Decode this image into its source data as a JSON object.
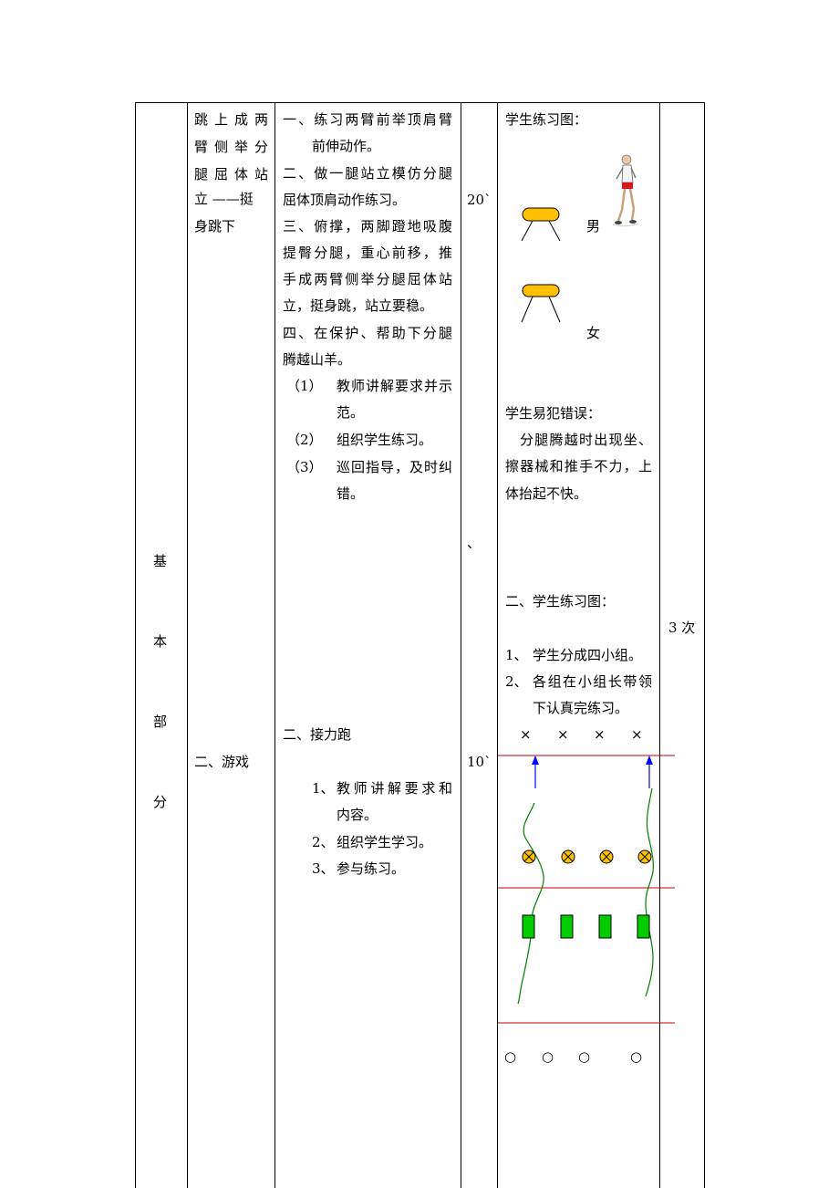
{
  "section": {
    "label_chars": [
      "基",
      "本",
      "部",
      "分"
    ]
  },
  "col_item": {
    "item1_lines": [
      "跳上成两",
      "臂侧举分",
      "腿屈体站",
      "立  ——挺",
      "身跳下"
    ],
    "item2": "二、游戏"
  },
  "col_method": {
    "steps": [
      {
        "lines": [
          "一、练习两臂前举顶肩臂",
          "前伸动作。"
        ]
      },
      {
        "lines": [
          "二、做一腿站立模仿分腿",
          "屈体顶肩动作练习。"
        ]
      },
      {
        "lines": [
          "三、俯撑，两脚蹬地吸腹",
          "提臀分腿，重心前移，推",
          "手成两臂侧举分腿屈体站",
          "立，挺身跳，站立要稳。"
        ]
      },
      {
        "lines": [
          "四、在保护、帮助下分腿",
          "腾越山羊。"
        ]
      }
    ],
    "sub": [
      {
        "num": "（1）",
        "lines": [
          "教师讲解要求并示",
          "范。"
        ]
      },
      {
        "num": "（2）",
        "lines": [
          "组织学生练习。"
        ]
      },
      {
        "num": "（3）",
        "lines": [
          "巡回指导，及时纠",
          "错。"
        ]
      }
    ],
    "game_title": "二、接力跑",
    "game_steps": [
      {
        "num": "1、",
        "lines": [
          "教师讲解要求和",
          "内容。"
        ]
      },
      {
        "num": "2、",
        "lines": [
          "组织学生学习。"
        ]
      },
      {
        "num": "3、",
        "lines": [
          "参与练习。"
        ]
      }
    ]
  },
  "col_time": {
    "time1": "20`",
    "mark": "、",
    "time2": "10`"
  },
  "col_diagram": {
    "title1": "学生练习图：",
    "male_label": "男",
    "female_label": "女",
    "errors_title": "学生易犯错误：",
    "errors_lines": [
      "分腿腾越时出现坐、",
      "擦器械和推手不力，上",
      "体抬起不快。"
    ],
    "title2": "二、学生练习图：",
    "list": [
      {
        "num": "1、",
        "lines": [
          "学生分成四小组。"
        ]
      },
      {
        "num": "2、",
        "lines": [
          "各组在小组长带领",
          "下认真完练习。"
        ]
      }
    ],
    "cross_symbol": "×",
    "circle_symbol": "○",
    "colors": {
      "vault": "#FFC000",
      "red_line": "#C00000",
      "arrow": "#0000FF",
      "path": "#008000",
      "block": "#00CC00"
    }
  },
  "col_count": {
    "count": "3 次"
  }
}
